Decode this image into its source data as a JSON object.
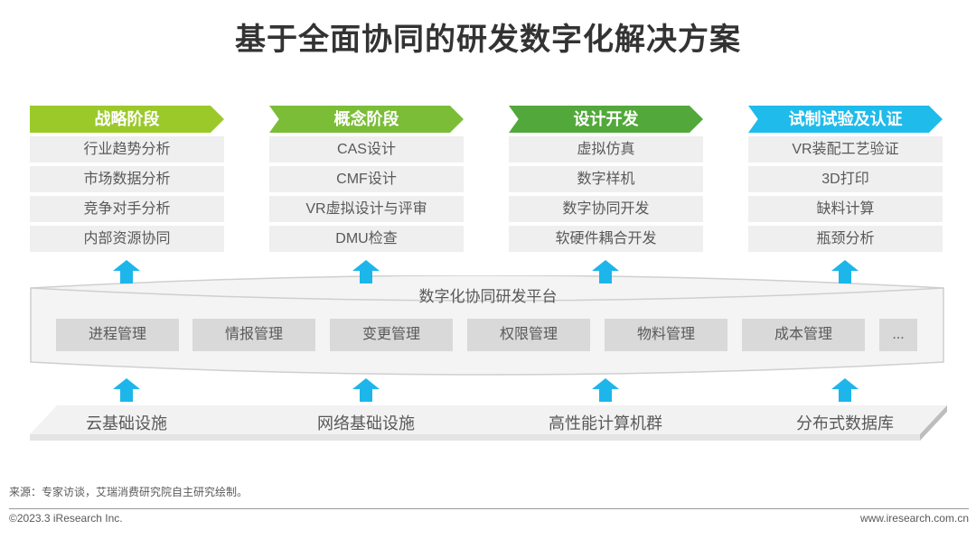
{
  "title": "基于全面协同的研发数字化解决方案",
  "stages": [
    {
      "label": "战略阶段",
      "color": "#9cc92a",
      "items": [
        "行业趋势分析",
        "市场数据分析",
        "竞争对手分析",
        "内部资源协同"
      ]
    },
    {
      "label": "概念阶段",
      "color": "#7bbd37",
      "items": [
        "CAS设计",
        "CMF设计",
        "VR虚拟设计与评审",
        "DMU检查"
      ]
    },
    {
      "label": "设计开发",
      "color": "#52a83a",
      "items": [
        "虚拟仿真",
        "数字样机",
        "数字协同开发",
        "软硬件耦合开发"
      ]
    },
    {
      "label": "试制试验及认证",
      "color": "#1fbbeb",
      "items": [
        "VR装配工艺验证",
        "3D打印",
        "缺料计算",
        "瓶颈分析"
      ]
    }
  ],
  "platform": {
    "title": "数字化协同研发平台",
    "modules": [
      "进程管理",
      "情报管理",
      "变更管理",
      "权限管理",
      "物料管理",
      "成本管理",
      "..."
    ]
  },
  "infrastructure": [
    "云基础设施",
    "网络基础设施",
    "高性能计算机群",
    "分布式数据库"
  ],
  "source": "来源：专家访谈，艾瑞消费研究院自主研究绘制。",
  "copyright": "©2023.3 iResearch Inc.",
  "website": "www.iresearch.com.cn",
  "accent_arrow": "#1cb6ea"
}
